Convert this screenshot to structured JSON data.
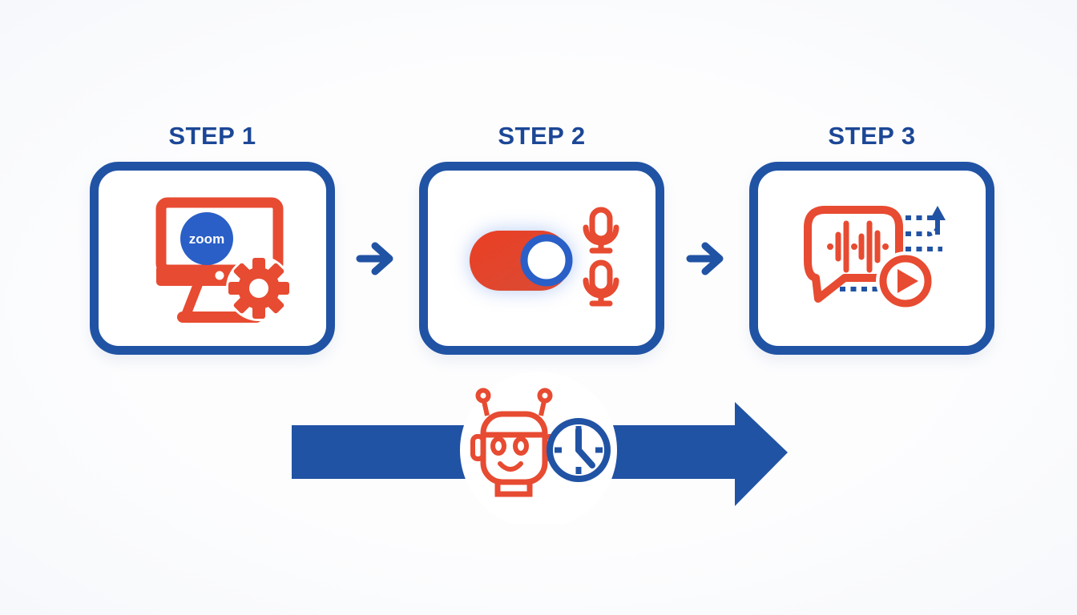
{
  "colors": {
    "background": "#fcfdfe",
    "primary_blue": "#2153a4",
    "label_blue": "#1c4796",
    "accent_red": "#e74b31",
    "zoom_blue": "#2a5fc7"
  },
  "steps": [
    {
      "label": "STEP 1",
      "logo_text": "zoom",
      "icons": [
        "monitor-icon",
        "zoom-logo-badge",
        "gear-icon"
      ]
    },
    {
      "label": "STEP 2",
      "toggle_state": "on",
      "icons": [
        "toggle-on-icon",
        "microphone-icon",
        "microphone-icon"
      ]
    },
    {
      "label": "STEP 3",
      "icons": [
        "speech-bubble-icon",
        "waveform-icon",
        "play-button-icon",
        "dashed-up-arrow-icon"
      ]
    }
  ],
  "connectors": [
    {
      "icon": "arrow-right-icon"
    },
    {
      "icon": "arrow-right-icon"
    }
  ],
  "banner": {
    "shape": "right-arrow-banner",
    "icons": [
      "robot-icon",
      "clock-icon"
    ]
  }
}
